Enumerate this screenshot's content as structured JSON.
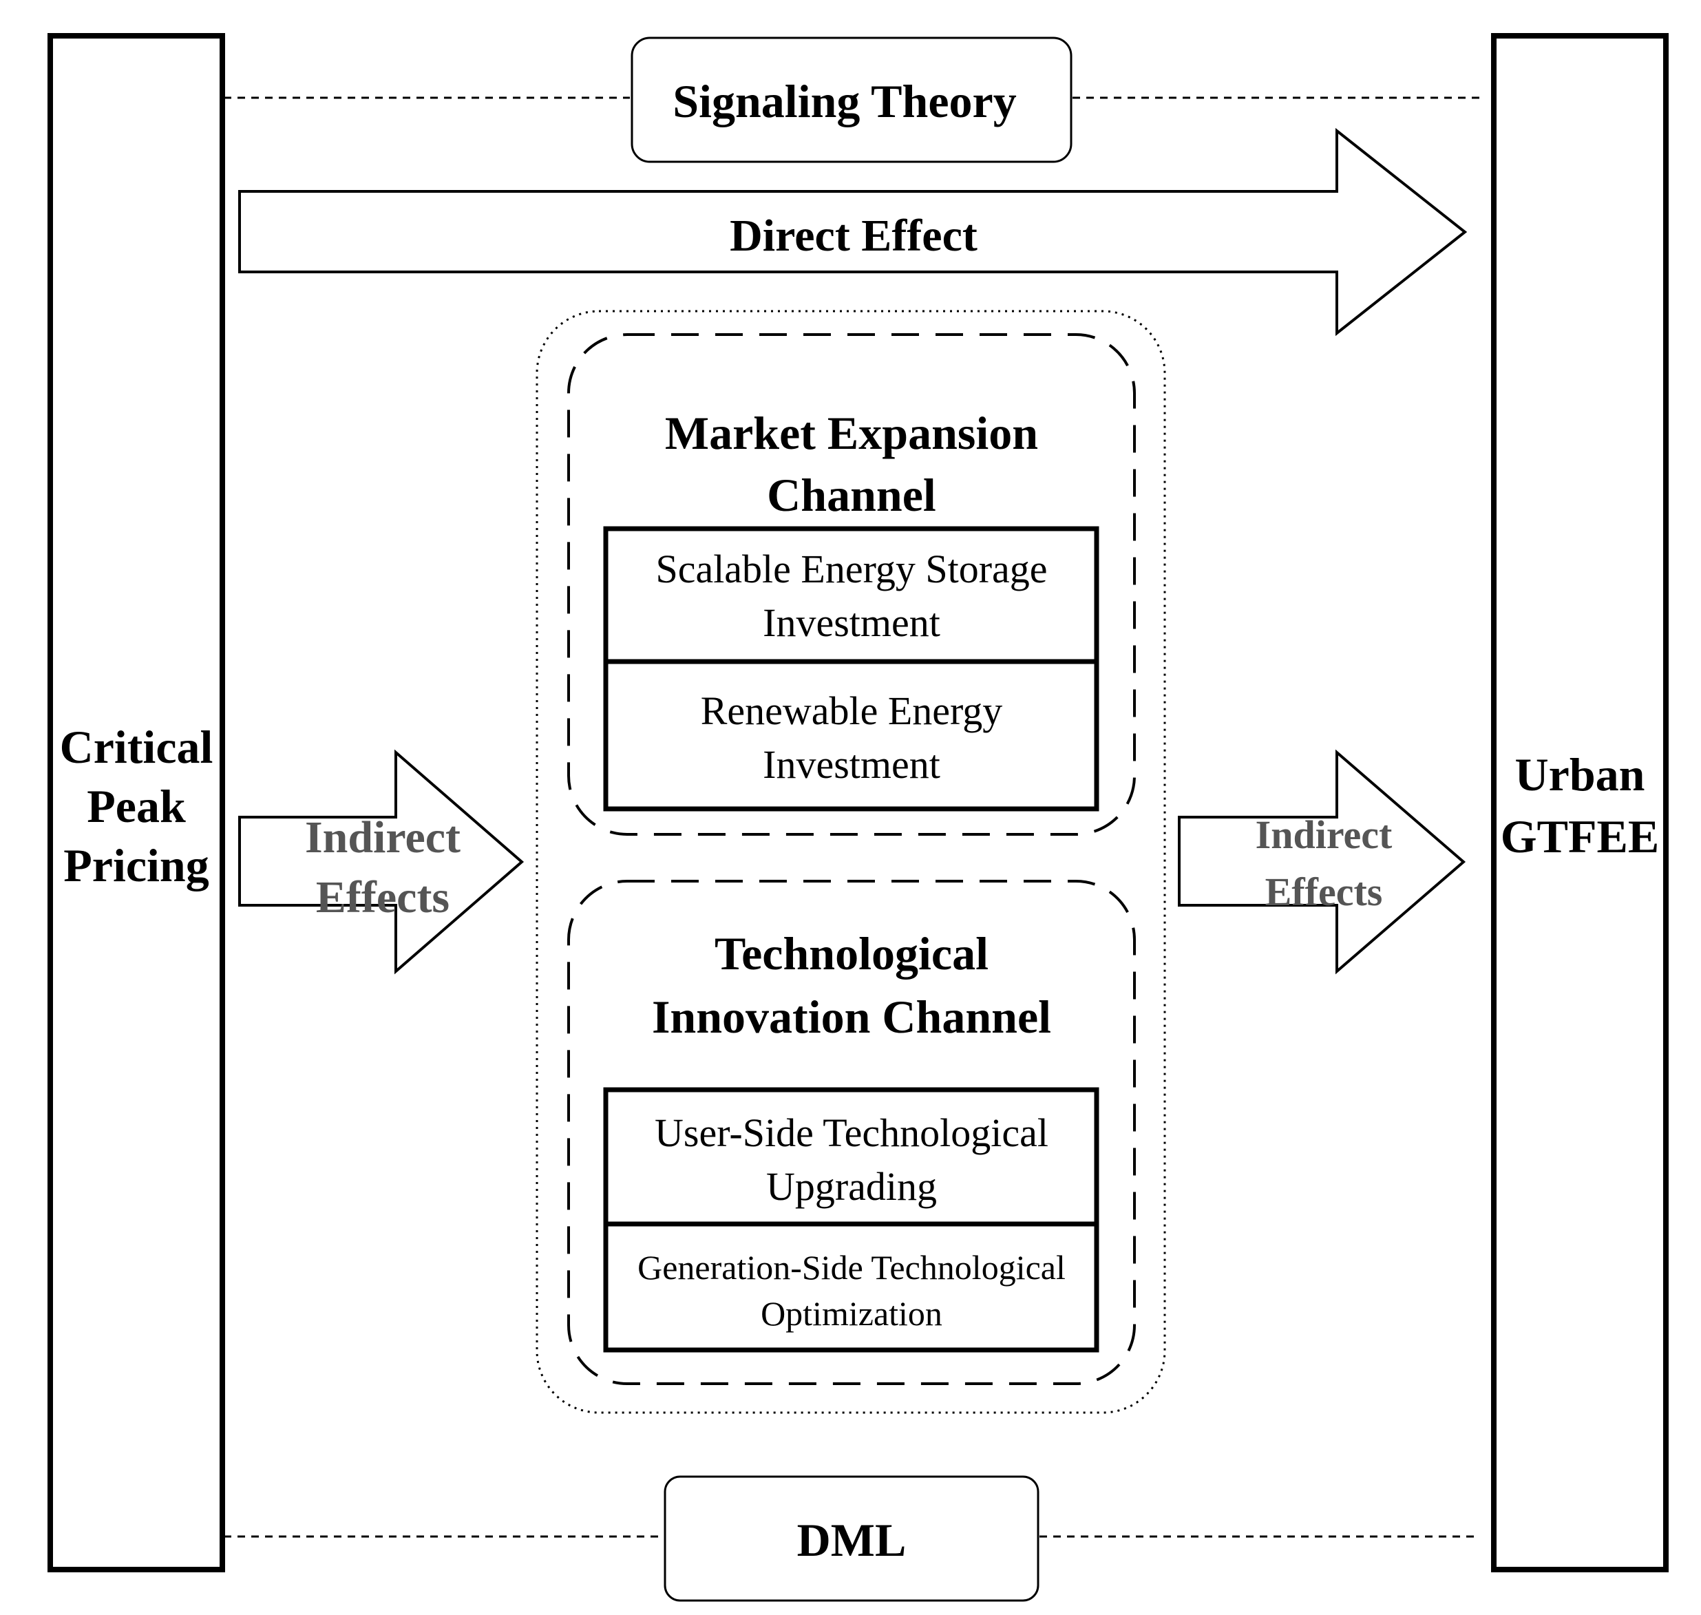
{
  "left_box": {
    "lines": [
      "Critical",
      "Peak",
      "Pricing"
    ]
  },
  "right_box": {
    "lines": [
      "Urban",
      "GTFEE"
    ]
  },
  "top_theory": {
    "label": "Signaling Theory"
  },
  "bottom_method": {
    "label": "DML"
  },
  "direct_arrow": {
    "label": "Direct Effect"
  },
  "indirect_arrow_left": {
    "lines": [
      "Indirect",
      "Effects"
    ]
  },
  "indirect_arrow_right": {
    "lines": [
      "Indirect",
      "Effects"
    ]
  },
  "market_channel": {
    "title_lines": [
      "Market Expansion",
      "Channel"
    ],
    "items": [
      {
        "lines": [
          "Scalable Energy Storage",
          "Investment"
        ]
      },
      {
        "lines": [
          "Renewable Energy",
          "Investment"
        ]
      }
    ]
  },
  "tech_channel": {
    "title_lines": [
      "Technological",
      "Innovation Channel"
    ],
    "items": [
      {
        "lines": [
          "User-Side Technological",
          "Upgrading"
        ]
      },
      {
        "lines": [
          "Generation-Side Technological",
          "Optimization"
        ]
      }
    ]
  },
  "colors": {
    "stroke": "#000000",
    "text": "#000000",
    "indirect_text": "#555555",
    "background": "#ffffff"
  }
}
